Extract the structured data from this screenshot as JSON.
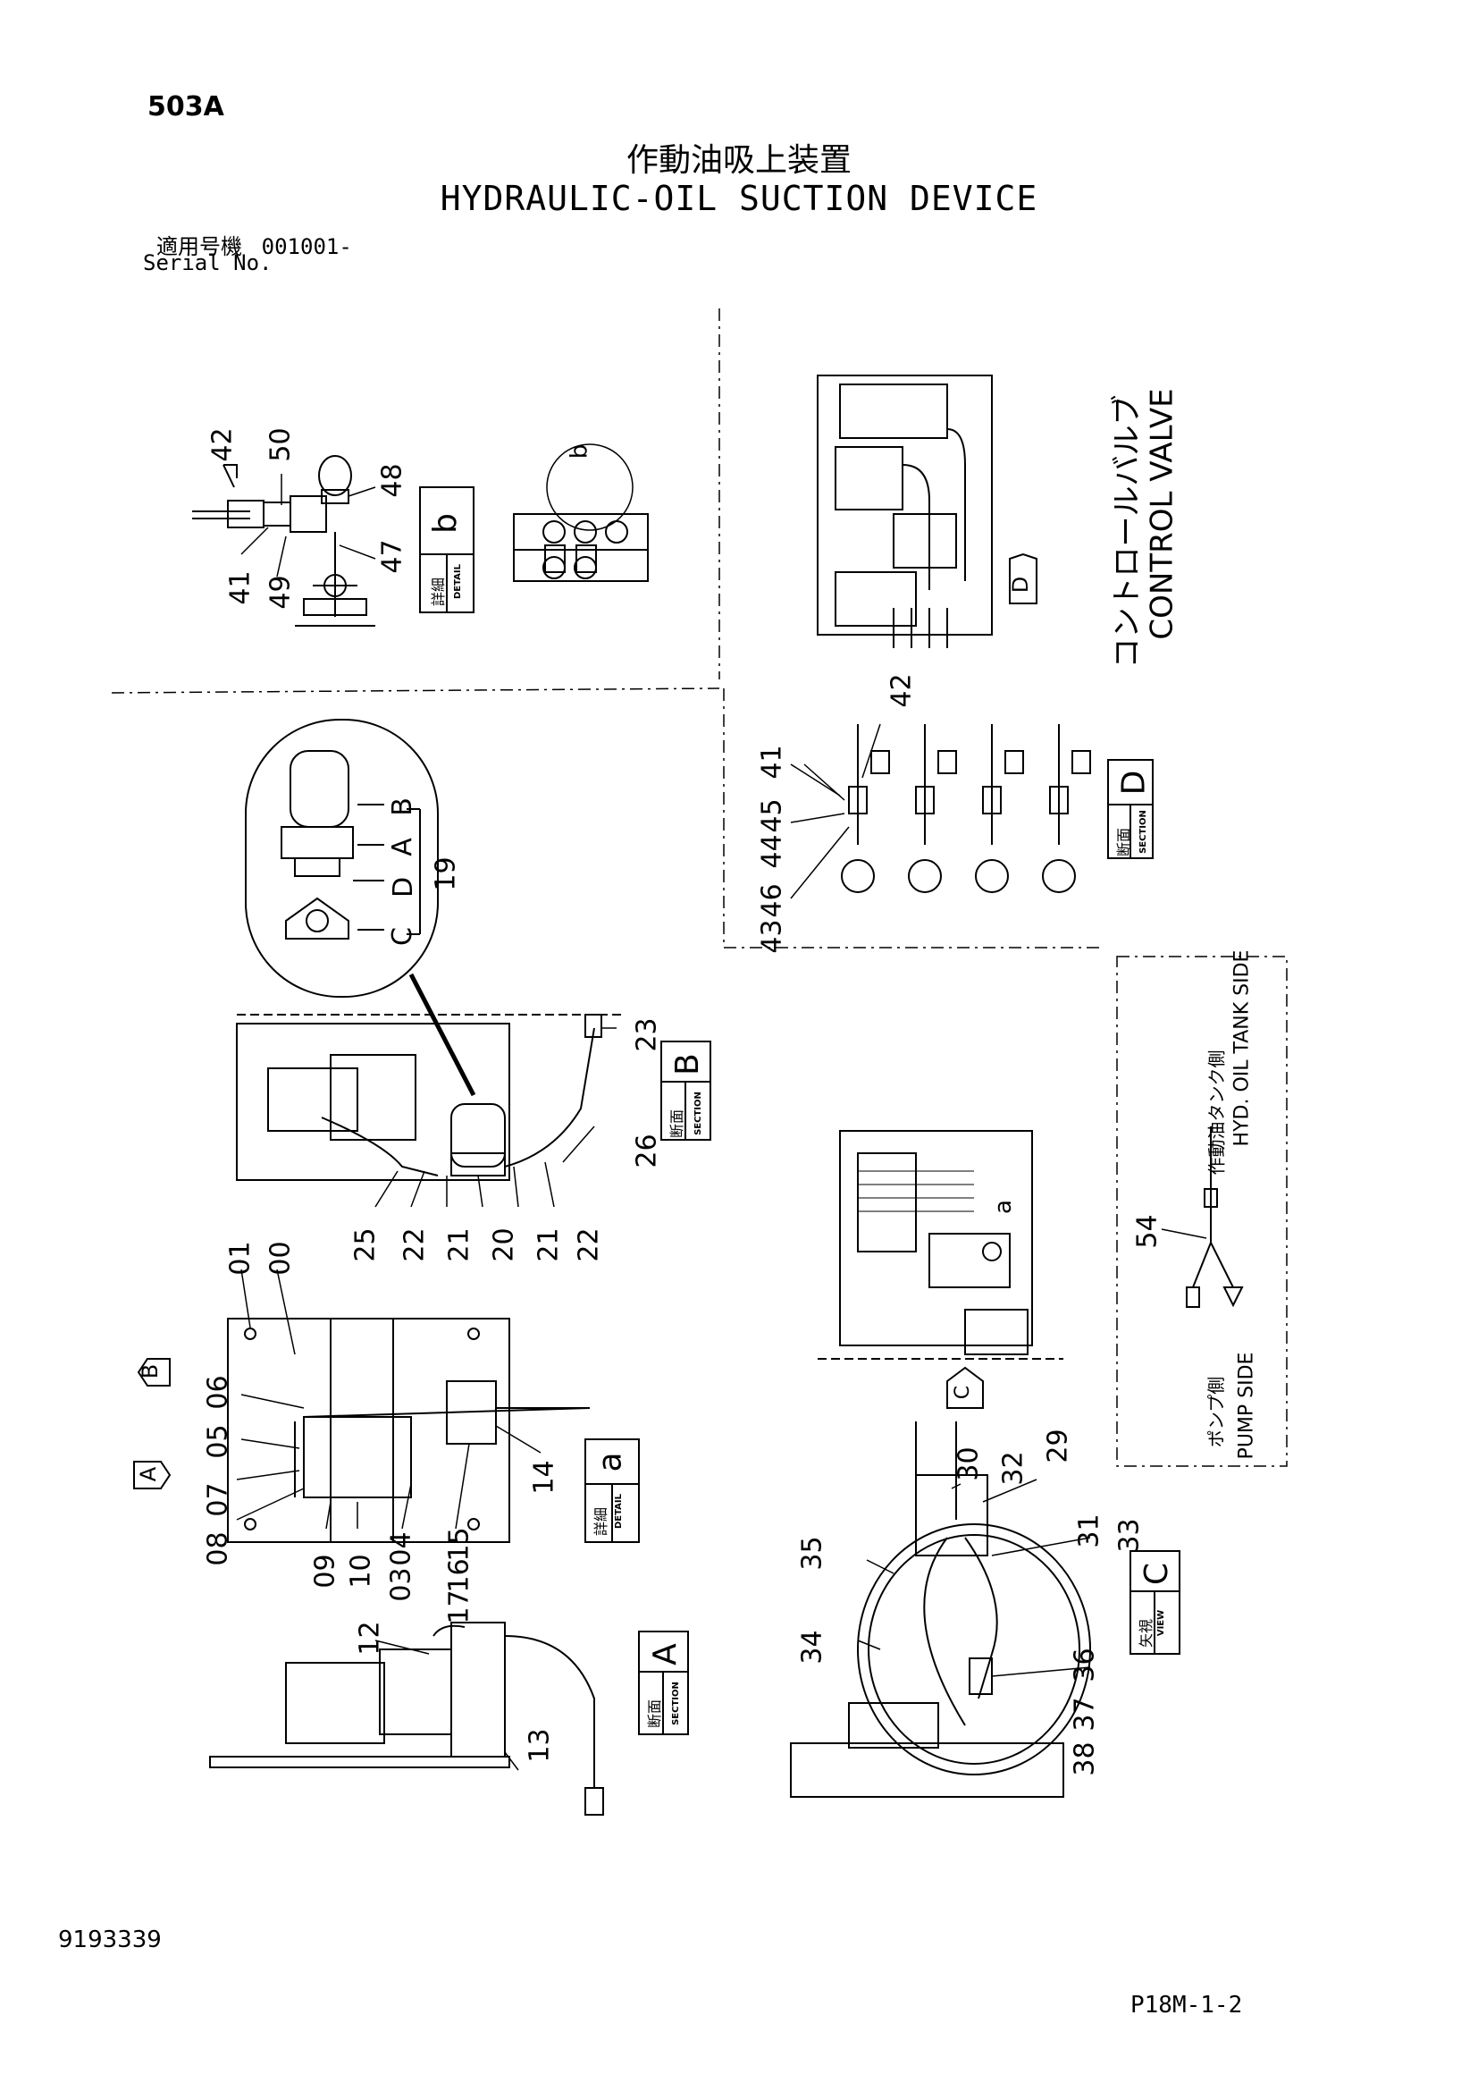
{
  "header": {
    "page_code": "503A",
    "title_jp": "作動油吸上装置",
    "title_en": "HYDRAULIC-OIL SUCTION DEVICE",
    "serial_label_jp": "適用号機",
    "serial_value": "001001-",
    "serial_label_en": "Serial No."
  },
  "footer": {
    "doc_number": "9193339",
    "page_ref": "P18M-1-2"
  },
  "callouts": {
    "detail_b": [
      "42",
      "50",
      "48",
      "41",
      "49",
      "47"
    ],
    "control_valve": [
      "42",
      "41",
      "45",
      "44",
      "46",
      "43"
    ],
    "section_b": [
      "19",
      "A",
      "B",
      "D",
      "C",
      "23",
      "26",
      "25",
      "22",
      "21",
      "20",
      "21",
      "22"
    ],
    "detail_a": [
      "01",
      "00",
      "06",
      "05",
      "07",
      "08",
      "09",
      "10",
      "04",
      "03",
      "15",
      "16",
      "17",
      "14"
    ],
    "section_a": [
      "12",
      "13"
    ],
    "view_c": [
      "30",
      "32",
      "29",
      "35",
      "31",
      "33",
      "34",
      "36",
      "37",
      "38"
    ],
    "wiring": [
      "54"
    ]
  },
  "labels": {
    "detail_b": {
      "jp": "詳細",
      "en": "DETAIL",
      "letter": "b"
    },
    "detail_a": {
      "jp": "詳細",
      "en": "DETAIL",
      "letter": "a"
    },
    "section_a": {
      "jp": "断面",
      "en": "SECTION",
      "letter": "A"
    },
    "section_b": {
      "jp": "断面",
      "en": "SECTION",
      "letter": "B"
    },
    "section_d": {
      "jp": "断面",
      "en": "SECTION",
      "letter": "D"
    },
    "view_c": {
      "jp": "矢視",
      "en": "VIEW",
      "letter": "C"
    },
    "control_valve_jp": "コントロールバルブ",
    "control_valve_en": "CONTROL VALVE",
    "tank_side_jp": "作動油タンク側",
    "tank_side_en": "HYD. OIL TANK SIDE",
    "pump_side_jp": "ポンプ側",
    "pump_side_en": "PUMP SIDE",
    "arrow_b": "B",
    "arrow_a": "A",
    "arrow_d": "D",
    "arrow_c": "C",
    "small_a": "a",
    "small_b": "b"
  }
}
